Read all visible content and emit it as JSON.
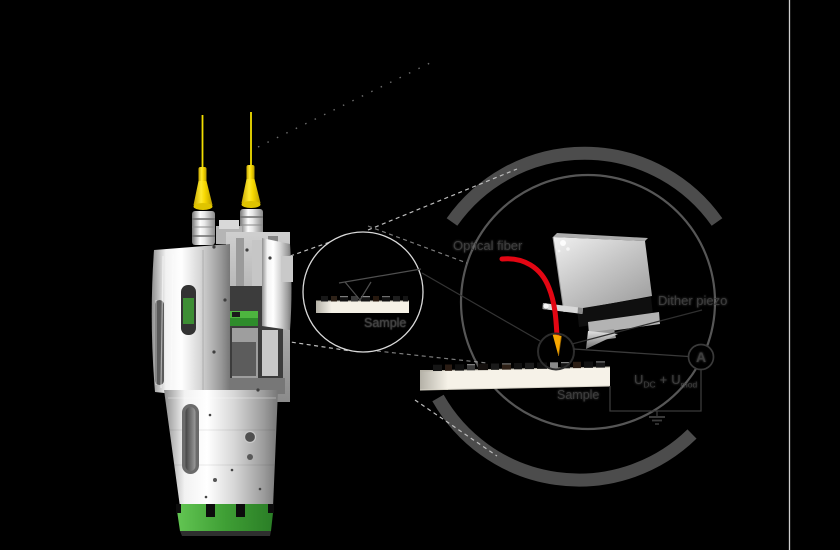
{
  "figure": {
    "type": "scientific-diagram",
    "subject": "fiber-based scanning probe microscope head with tip-sample zoom views",
    "labels": {
      "optical_fiber": "Optical fiber",
      "dither_piezo": "Dither piezo",
      "sample_main": "Sample",
      "sample_inset": "Sample",
      "ammeter": "A",
      "voltage": {
        "u1": "U",
        "u1_sub": "DC",
        "plus": "+",
        "u2": "U",
        "u2_sub": "mod"
      }
    },
    "colors": {
      "background": "#000000",
      "fiber_red": "#e30613",
      "fiber_tip_orange": "#f7a600",
      "connector_yellow": "#ffe000",
      "accent_green": "#3faa35",
      "arc_gray": "#4c4c4c",
      "circle_gray": "#565656",
      "sample_cream": "#f5f1e6",
      "label_gray": "#3e3e3e",
      "metal_silver": "#d6d6d6"
    }
  }
}
